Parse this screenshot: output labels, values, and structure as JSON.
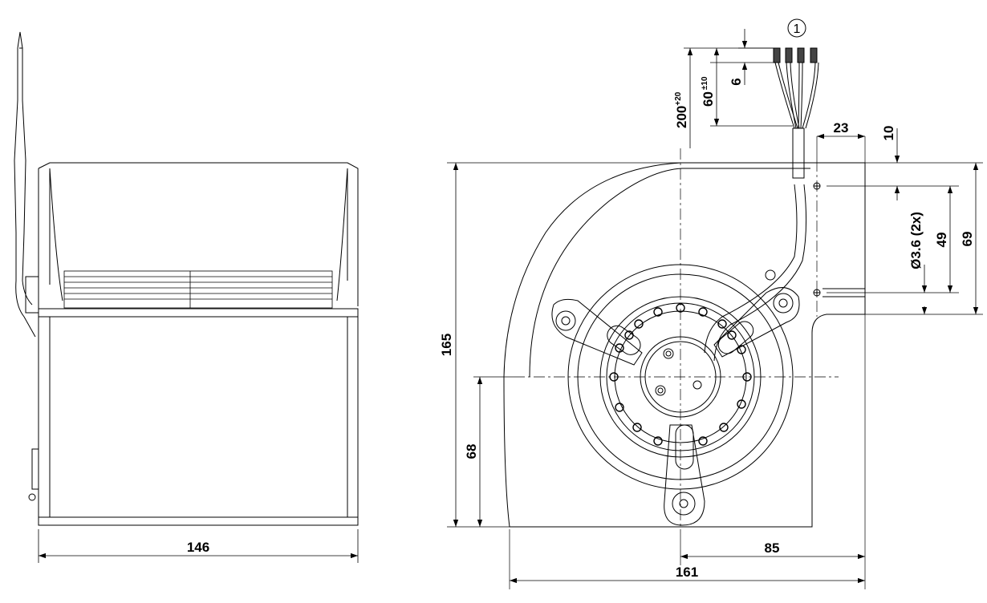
{
  "side_view": {
    "width_dim": "146"
  },
  "front_view": {
    "height_dim": "165",
    "axis_height_dim": "68",
    "axis_to_edge_dim": "85",
    "total_width_dim": "161",
    "mount_offset_dim": "23",
    "mount_top_dim": "10",
    "hole_dim": "Ø3.6 (2x)",
    "hole_spacing_dim": "49",
    "outlet_height_dim": "69"
  },
  "cable": {
    "length_value": "200",
    "length_tol": "+20",
    "strip_value": "60",
    "strip_tol": "±10",
    "end_dim": "6",
    "callout_number": "1"
  }
}
